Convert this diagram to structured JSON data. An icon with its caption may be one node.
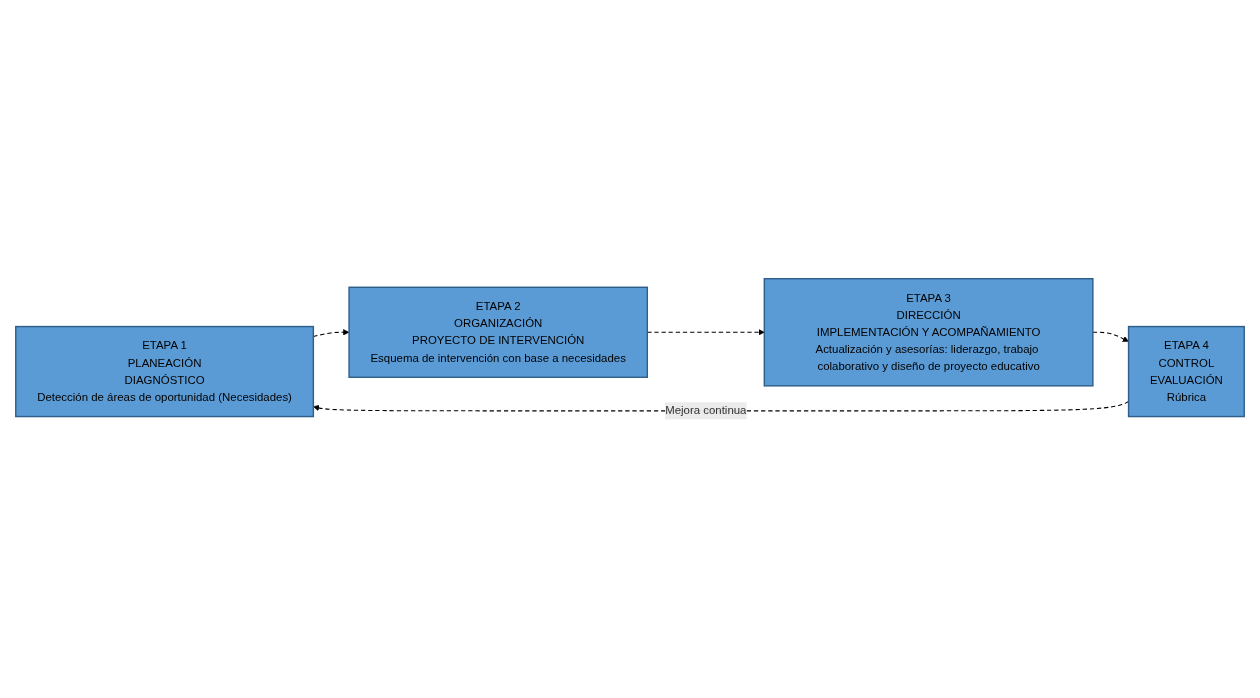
{
  "diagram": {
    "nodes": [
      {
        "text": [
          "ETAPA 1",
          "PLANEACIÓN",
          "DIAGNÓSTICO",
          "Detección de áreas de oportunidad (Necesidades)"
        ]
      },
      {
        "text": [
          "ETAPA 2",
          "ORGANIZACIÓN",
          "PROYECTO DE INTERVENCIÓN",
          "Esquema de intervención con base a necesidades"
        ]
      },
      {
        "text": [
          "ETAPA 3",
          "DIRECCIÓN",
          "IMPLEMENTACIÓN Y ACOMPAÑAMIENTO",
          "Actualización y asesorías: liderazgo, trabajo colaborativo y diseño de proyecto educativo"
        ]
      },
      {
        "text": [
          "ETAPA 4",
          "CONTROL",
          "EVALUACIÓN",
          "Rúbrica"
        ]
      }
    ],
    "edges": [
      {
        "from": 0,
        "to": 1,
        "arrow": "to",
        "style": "dashed"
      },
      {
        "from": 1,
        "to": 2,
        "arrow": "to",
        "style": "dashed"
      },
      {
        "from": 2,
        "to": 3,
        "arrow": "to",
        "style": "dashed"
      },
      {
        "from": 3,
        "to": 0,
        "arrow": "to",
        "style": "dashed",
        "label": "Mejora continua"
      }
    ]
  }
}
